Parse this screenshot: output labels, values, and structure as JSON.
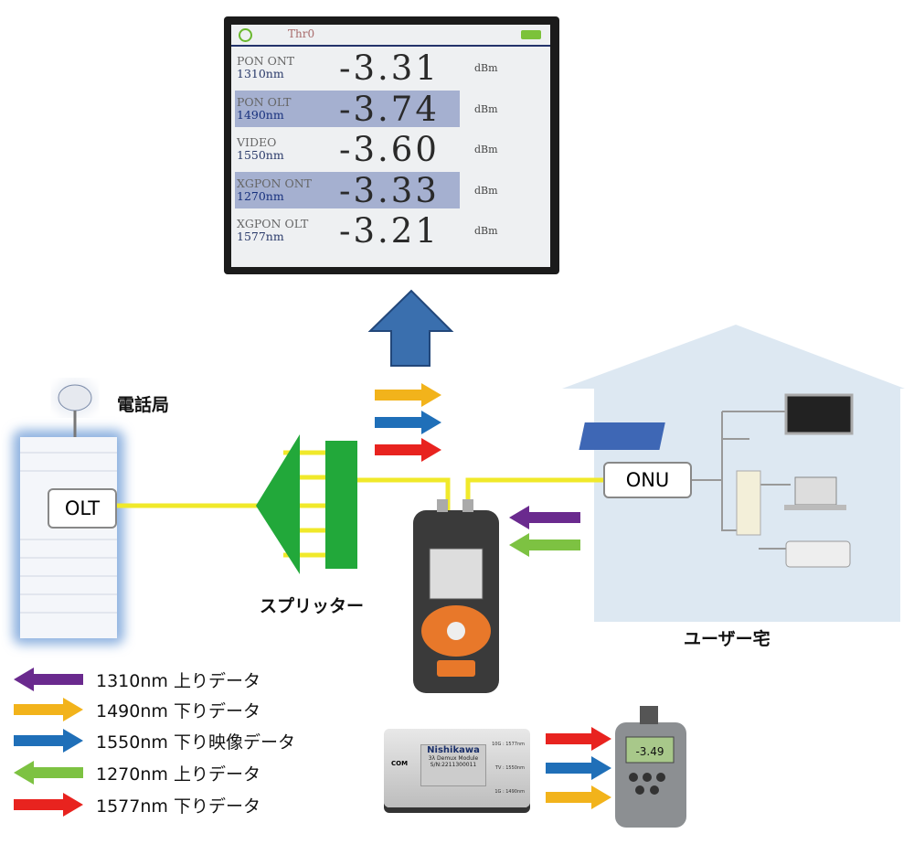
{
  "screen": {
    "header": "Thr0",
    "rows": [
      {
        "name": "PON ONT",
        "wavelength": "1310nm",
        "value": "-3.31",
        "unit": "dBm",
        "highlighted": false
      },
      {
        "name": "PON OLT",
        "wavelength": "1490nm",
        "value": "-3.74",
        "unit": "dBm",
        "highlighted": true
      },
      {
        "name": "VIDEO",
        "wavelength": "1550nm",
        "value": "-3.60",
        "unit": "dBm",
        "highlighted": false
      },
      {
        "name": "XGPON ONT",
        "wavelength": "1270nm",
        "value": "-3.33",
        "unit": "dBm",
        "highlighted": true
      },
      {
        "name": "XGPON OLT",
        "wavelength": "1577nm",
        "value": "-3.21",
        "unit": "dBm",
        "highlighted": false
      }
    ]
  },
  "labels": {
    "central_office": "電話局",
    "olt": "OLT",
    "splitter": "スプリッター",
    "onu": "ONU",
    "user_home": "ユーザー宅"
  },
  "legend": [
    {
      "label": "1310nm 上りデータ",
      "color": "#6a2a8e",
      "direction": "left"
    },
    {
      "label": "1490nm 下りデータ",
      "color": "#f2b31b",
      "direction": "right"
    },
    {
      "label": "1550nm 下り映像データ",
      "color": "#1f6fb8",
      "direction": "right"
    },
    {
      "label": "1270nm 上りデータ",
      "color": "#7dc242",
      "direction": "left"
    },
    {
      "label": "1577nm 下りデータ",
      "color": "#e8231f",
      "direction": "right"
    }
  ],
  "demux": {
    "brand": "Nishikawa",
    "model": "3λ Demux Module",
    "serial": "S/N:2211300011",
    "com": "COM",
    "ports": [
      "10G : 1577nm",
      "TV : 1550nm",
      "1G : 1490nm"
    ]
  },
  "meter_display": "-3.49",
  "colors": {
    "fiber": "#f0e92a",
    "splitter": "#22a83a",
    "house": "#dde8f2",
    "up_arrow": "#3a6fae"
  }
}
